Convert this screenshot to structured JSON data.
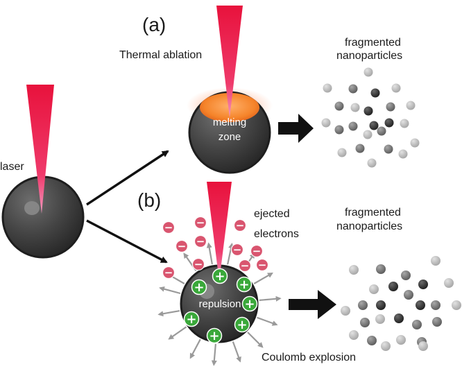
{
  "labels": {
    "panel_a": "(a)",
    "panel_b": "(b)",
    "laser": "laser",
    "thermal_ablation": "Thermal ablation",
    "melting_line1": "melting",
    "melting_line2": "zone",
    "fragmented_a_line1": "fragmented",
    "fragmented_a_line2": "nanoparticles",
    "ejected_line1": "ejected",
    "ejected_line2": "electrons",
    "fragmented_b_line1": "fragmented",
    "fragmented_b_line2": "nanoparticles",
    "repulsion": "repulsion",
    "coulomb": "Coulomb explosion"
  },
  "glyphs": {
    "electron": "−",
    "positive": "+"
  },
  "colors": {
    "laser_red": "#e8123c",
    "laser_pink": "#f07aa8",
    "sphere_dark": "#3b3b3b",
    "sphere_mid": "#5e5e5e",
    "melt_orange": "#f5842a",
    "electron_pink": "#d9556f",
    "positive_green": "#3aa83a",
    "arrow_black": "#111111",
    "arrow_gray": "#9a9a9a",
    "fragment_light": "#b9b9b9",
    "fragment_mid": "#7b7b7b",
    "fragment_dark": "#3a3a3a"
  }
}
